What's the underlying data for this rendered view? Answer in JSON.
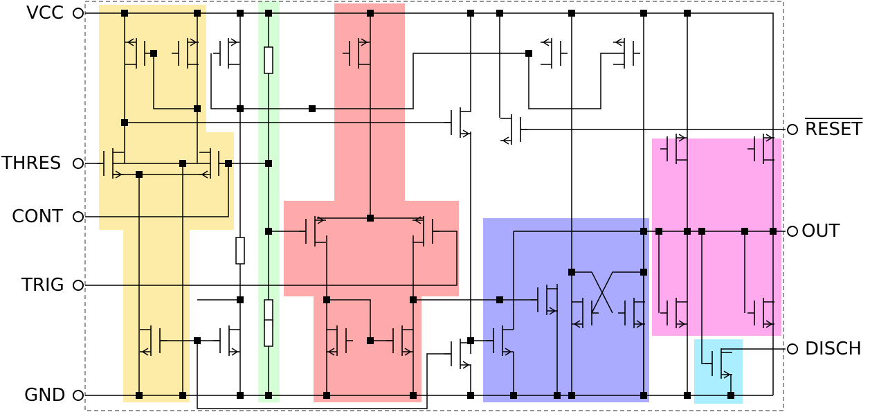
{
  "pins_left": [
    {
      "label": "VCC"
    },
    {
      "label": "THRES"
    },
    {
      "label": "CONT"
    },
    {
      "label": "TRIG"
    },
    {
      "label": "GND"
    }
  ],
  "pins_right": [
    {
      "label": "RESET",
      "overline": true
    },
    {
      "label": "OUT"
    },
    {
      "label": "DISCH"
    }
  ],
  "colors": {
    "threshold_comparator": "#fdeba8",
    "voltage_divider": "#d5ffd5",
    "trigger_comparator": "#ffaaaa",
    "flip_flop": "#aaaaff",
    "output_stage": "#ffaaee",
    "discharge": "#aaeeff",
    "wire": "#000000"
  }
}
